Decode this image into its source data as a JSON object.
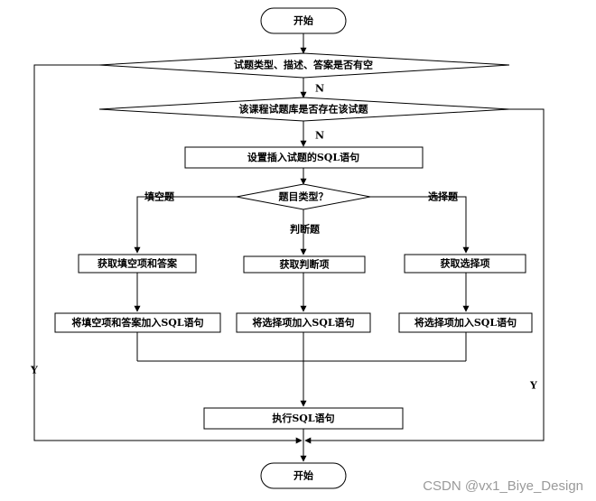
{
  "nodes": {
    "start": "开始",
    "check_empty": "试题类型、描述、答案是否有空",
    "check_exists": "该课程试题库是否存在该试题",
    "set_sql": "设置插入试题的SQL语句",
    "question_type": "题目类型？",
    "get_fill": "获取填空项和答案",
    "get_judge": "获取判断项",
    "get_choice": "获取选择项",
    "add_fill": "将填空项和答案加入SQL语句",
    "add_judge": "将选择项加入SQL语句",
    "add_choice": "将选择项加入SQL语句",
    "exec_sql": "执行SQL语句",
    "end": "开始"
  },
  "edge_labels": {
    "empty_no": "N",
    "exists_no": "N",
    "branch_fill": "填空题",
    "branch_judge": "判断题",
    "branch_choice": "选择题",
    "empty_yes": "Y",
    "exists_yes": "Y"
  },
  "watermark": "CSDN @vx1_Biye_Design"
}
